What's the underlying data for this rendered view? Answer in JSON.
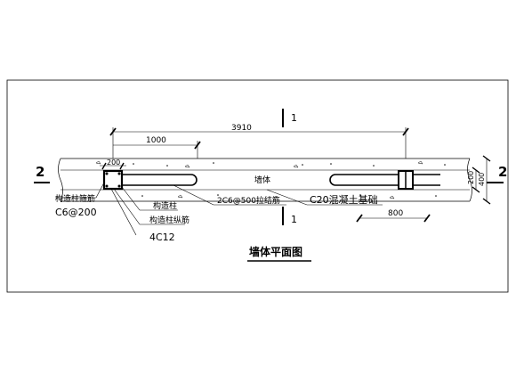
{
  "drawing": {
    "title": "墙体平面图",
    "section_1_mark_top": "1",
    "section_1_mark_bottom": "1",
    "section_2_mark_left": "2",
    "section_2_mark_right": "2",
    "dim_total": "3910",
    "dim_1000": "1000",
    "dim_200": "200",
    "dim_800": "800",
    "dim_wall_200": "200",
    "dim_wall_400": "400",
    "wall_label": "墙体",
    "callout_hoop": "构造柱箍筋",
    "callout_hoop_spec": "C6@200",
    "callout_column": "构造柱",
    "callout_long_bar": "构造柱纵筋",
    "callout_long_bar_spec": "4C12",
    "callout_tie_bar": "2C6@500拉结筋",
    "callout_foundation": "C20混凝土基础"
  }
}
